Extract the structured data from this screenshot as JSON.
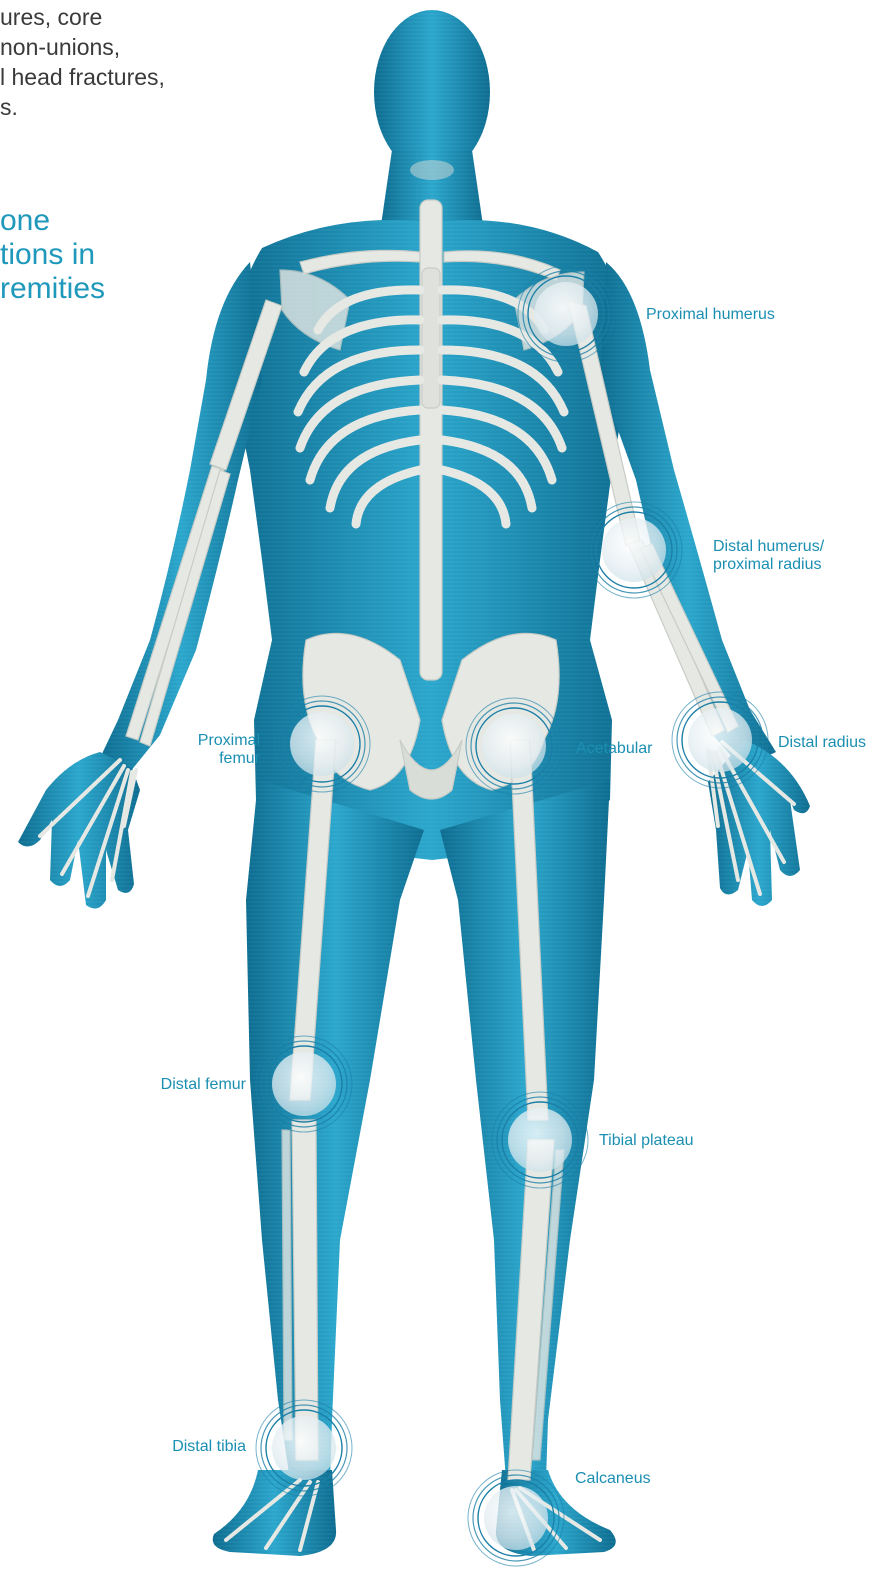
{
  "intro_lines": [
    "ures, core",
    "non-unions,",
    "l head fractures,",
    "s."
  ],
  "headline_lines": [
    "one",
    "tions in",
    "remities"
  ],
  "sites": {
    "proximal_humerus": "Proximal humerus",
    "distal_humerus_line1": "Distal humerus/",
    "distal_humerus_line2": "proximal radius",
    "proximal_femur_line1": "Proximal",
    "proximal_femur_line2": "femur",
    "acetabular": "Acetabular",
    "distal_radius": "Distal radius",
    "distal_femur": "Distal femur",
    "tibial_plateau": "Tibial plateau",
    "distal_tibia": "Distal tibia",
    "calcaneus": "Calcaneus"
  },
  "colors": {
    "body": "#1a8db5",
    "body_dark": "#0d6f93",
    "bone": "#e6e8e4",
    "label": "#1b8fb2",
    "ring": "#1a7fa6"
  }
}
